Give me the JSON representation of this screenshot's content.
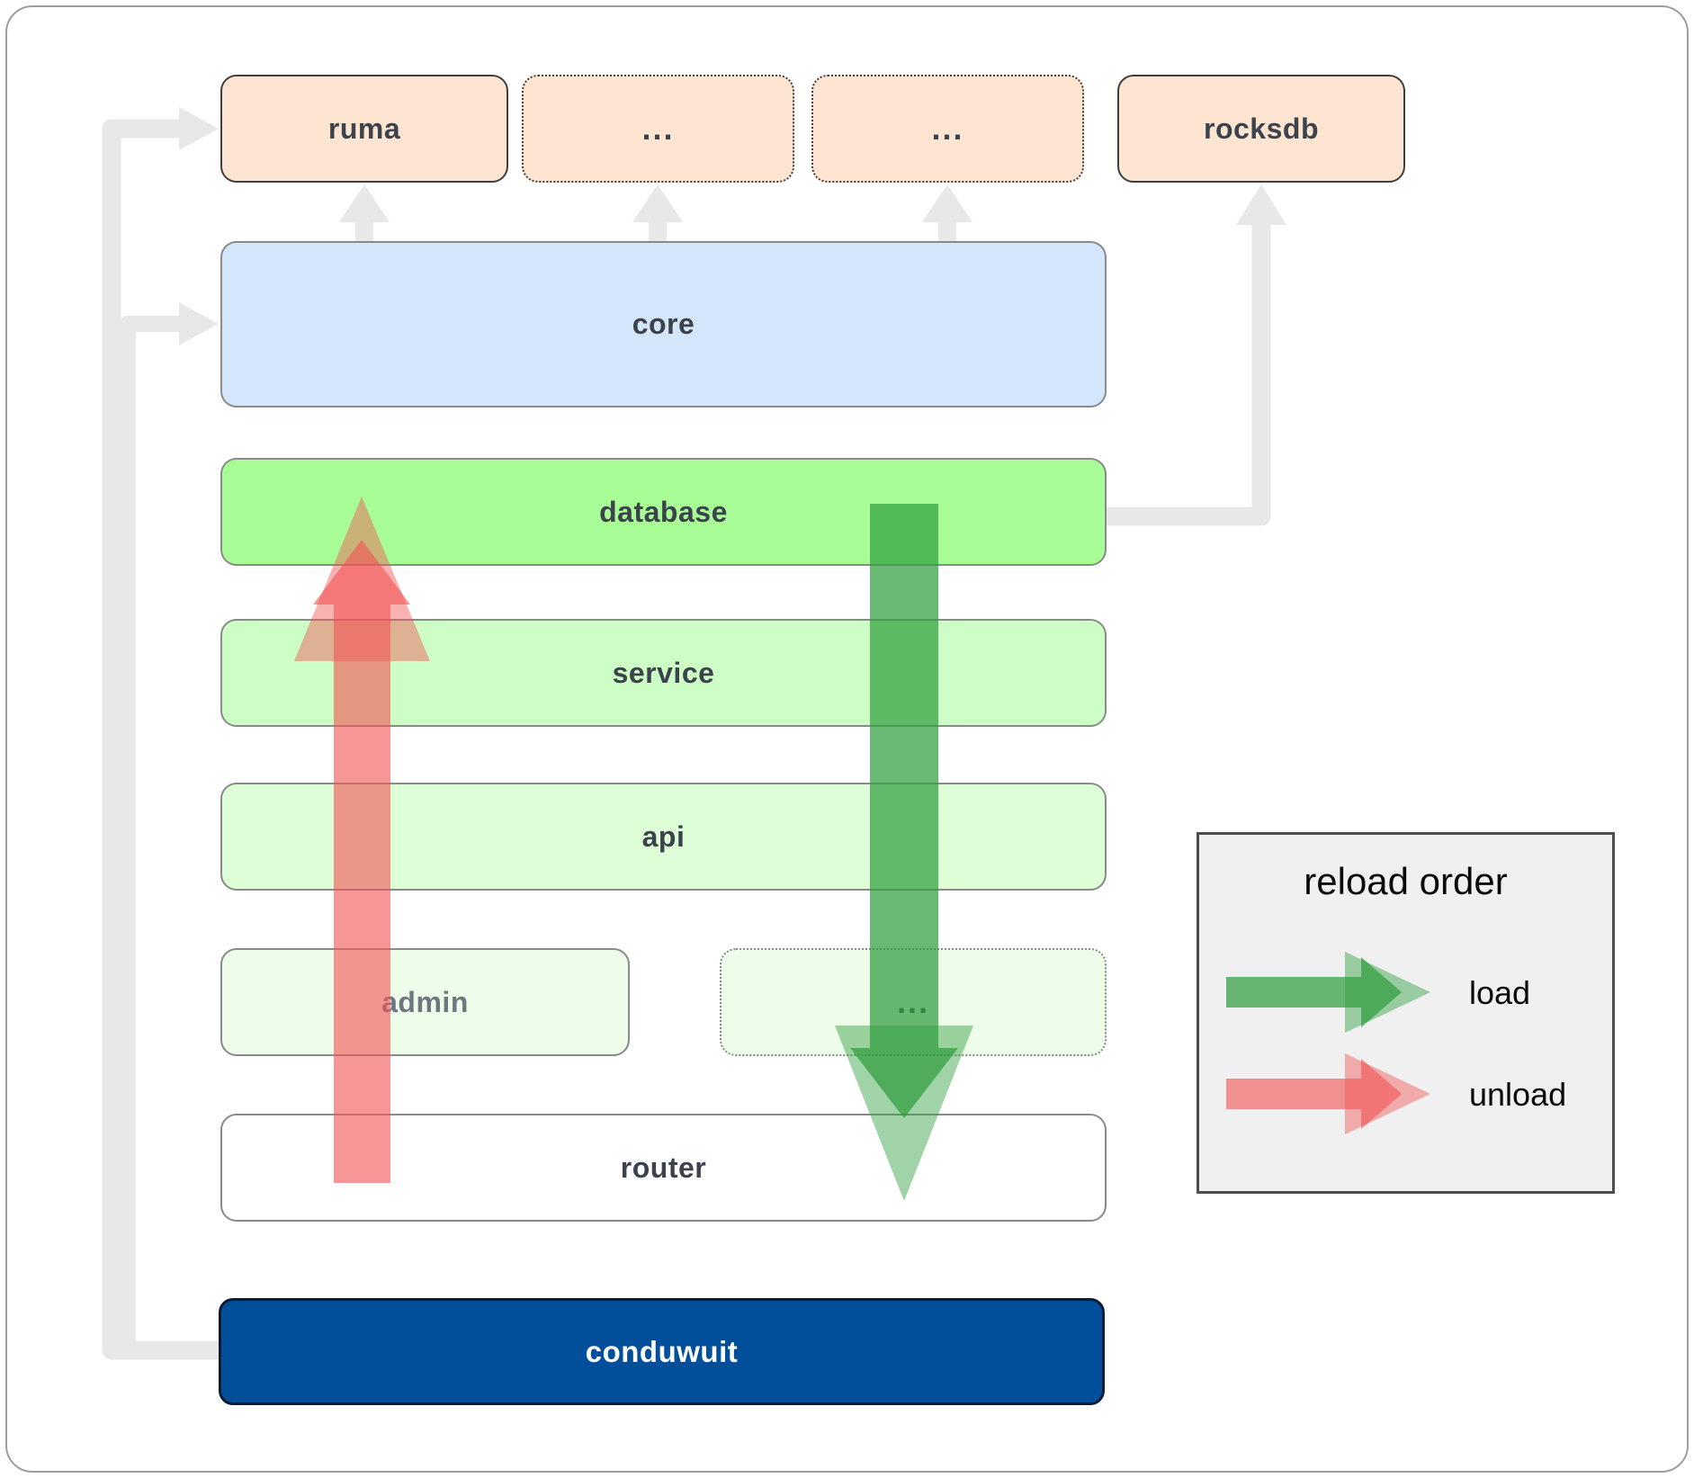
{
  "diagram": {
    "top_row": [
      {
        "label": "ruma"
      },
      {
        "label": "..."
      },
      {
        "label": "..."
      },
      {
        "label": "rocksdb"
      }
    ],
    "layers": {
      "core": "core",
      "database": "database",
      "service": "service",
      "api": "api"
    },
    "admin_row": [
      {
        "label": "admin"
      },
      {
        "label": "..."
      }
    ],
    "router": "router",
    "root": "conduwuit"
  },
  "legend": {
    "title": "reload order",
    "load_label": "load",
    "unload_label": "unload"
  },
  "icons": {
    "load_arrow": "green-down-arrow",
    "unload_arrow": "red-up-arrow",
    "dependency_arrows": "gray-elbow-connectors"
  },
  "colors": {
    "peach_fill": "#fde5d2",
    "blue_fill": "#d4e7fa",
    "green_fill": "#a8fd96",
    "light_green_fill": "#ccfec5",
    "lighter_green_fill": "#ddfed6",
    "faint_green_fill": "#eefcea",
    "navy_fill": "#014f9b",
    "connector_gray": "#e8e8e8",
    "arrow_green": "#2f9e3e",
    "arrow_red": "#f25555",
    "legend_bg": "#f0f0f0"
  }
}
